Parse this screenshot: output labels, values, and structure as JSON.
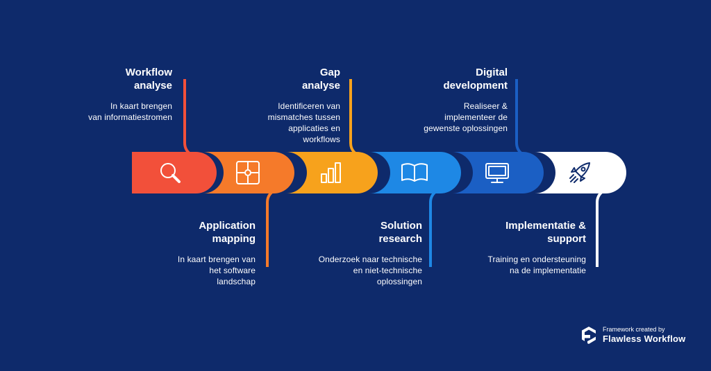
{
  "steps": [
    {
      "title": "Workflow analyse",
      "title_lines": [
        "Workflow",
        "analyse"
      ],
      "desc_lines": [
        "In kaart brengen",
        "van informatiestromen"
      ],
      "color": "#f2503a",
      "icon": "magnifier-icon",
      "label_pos": "top"
    },
    {
      "title": "Application mapping",
      "title_lines": [
        "Application",
        "mapping"
      ],
      "desc_lines": [
        "In kaart brengen van",
        "het software",
        "landschap"
      ],
      "color": "#f57a2a",
      "icon": "puzzle-icon",
      "label_pos": "bottom"
    },
    {
      "title": "Gap analyse",
      "title_lines": [
        "Gap",
        "analyse"
      ],
      "desc_lines": [
        "Identificeren van",
        "mismatches tussen",
        "applicaties en",
        "workflows"
      ],
      "color": "#f7a21c",
      "icon": "bar-chart-icon",
      "label_pos": "top"
    },
    {
      "title": "Solution research",
      "title_lines": [
        "Solution",
        "research"
      ],
      "desc_lines": [
        "Onderzoek naar technische",
        "en niet-technische",
        "oplossingen"
      ],
      "color": "#1e88e5",
      "icon": "book-icon",
      "label_pos": "bottom"
    },
    {
      "title": "Digital development",
      "title_lines": [
        "Digital",
        "development"
      ],
      "desc_lines": [
        "Realiseer &",
        "implementeer de",
        "gewenste oplossingen"
      ],
      "color": "#1b5fc4",
      "icon": "monitor-icon",
      "label_pos": "top"
    },
    {
      "title": "Implementatie & support",
      "title_lines": [
        "Implementatie &",
        "support"
      ],
      "desc_lines": [
        "Training en ondersteuning",
        "na de implementatie"
      ],
      "color": "#ffffff",
      "icon": "rocket-icon",
      "label_pos": "bottom"
    }
  ],
  "footer": {
    "created_by": "Framework created by",
    "brand": "Flawless Workflow",
    "logo_icon": "flawless-workflow-logo-icon"
  },
  "colors": {
    "background": "#0e2a6b",
    "text": "#ffffff"
  }
}
